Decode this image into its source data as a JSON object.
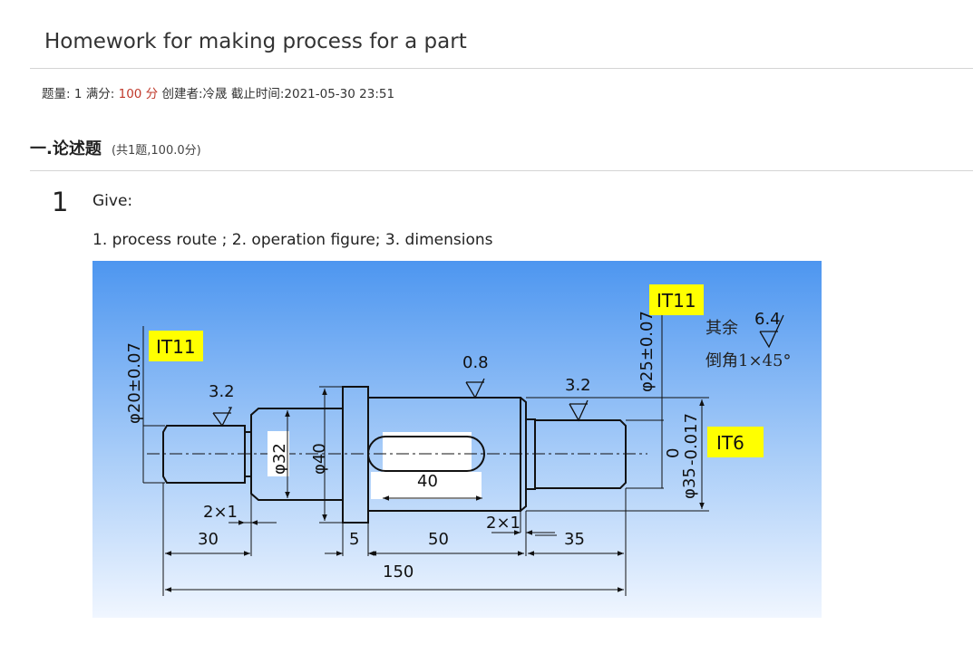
{
  "page": {
    "title": "Homework for making process for a part"
  },
  "meta": {
    "count_label": "题量:",
    "count_value": "1",
    "full_label": "满分:",
    "full_value": "100 分",
    "creator_label": "创建者:",
    "creator_value": "冷晟",
    "deadline_label": "截止时间:",
    "deadline_value": "2021-05-30 23:51"
  },
  "section": {
    "title": "一.论述题",
    "subtitle": "(共1题,100.0分)"
  },
  "question": {
    "number": "1",
    "line1": "Give:",
    "line2": "1. process route ; 2. operation figure;  3. dimensions"
  },
  "drawing": {
    "tag_left": "IT11",
    "tag_right": "IT11",
    "tag_it6": "IT6",
    "dia_left": "φ20±0.07",
    "dia_right_top": "φ25±0.07",
    "dia_right": "φ35",
    "tol_upper": "0",
    "tol_lower": "-0.017",
    "dia32": "φ32",
    "dia40": "φ40",
    "rough_left": "3.2",
    "rough_mid": "0.8",
    "rough_right": "3.2",
    "rough_rest": "6.4",
    "note_rest": "其余",
    "note_chamfer": "倒角1×45°",
    "groove_left": "2×1",
    "groove_right": "2×1",
    "len_30": "30",
    "len_5": "5",
    "len_50": "50",
    "len_35": "35",
    "len_40": "40",
    "len_150": "150"
  },
  "colors": {
    "score_red": "#c0392b",
    "tag_yellow": "#ffff00",
    "figure_blue_top": "#4d96f0",
    "figure_blue_bottom": "#f0f6ff"
  }
}
